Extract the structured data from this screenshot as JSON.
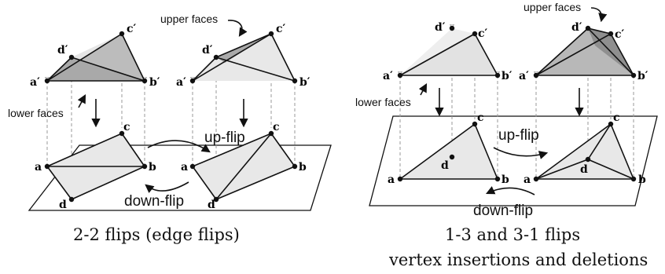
{
  "left_panel": {
    "annotations": {
      "upper_faces": "upper faces",
      "lower_faces": "lower faces"
    },
    "lifted_labels": {
      "a": "a′",
      "b": "b′",
      "c": "c′",
      "d": "d′"
    },
    "plane_labels": {
      "a": "a",
      "b": "b",
      "c": "c",
      "d": "d"
    },
    "flip_up": "up-flip",
    "flip_down": "down-flip",
    "caption": "2-2 flips (edge flips)"
  },
  "right_panel": {
    "annotations": {
      "upper_faces": "upper faces",
      "lower_faces": "lower faces"
    },
    "lifted_labels": {
      "a": "a′",
      "b": "b′",
      "c": "c′",
      "d": "d′"
    },
    "plane_labels": {
      "a": "a",
      "b": "b",
      "c": "c",
      "d": "d"
    },
    "flip_up": "up-flip",
    "flip_down": "down-flip",
    "caption_line1": "1-3 and 3-1 flips",
    "caption_line2": "vertex insertions and deletions"
  },
  "colors": {
    "face_dark": "#a9a9a9",
    "face_mid": "#c8c8c8",
    "face_light": "#e6e6e6",
    "line": "#111111",
    "projection": "#9a9a9a"
  }
}
